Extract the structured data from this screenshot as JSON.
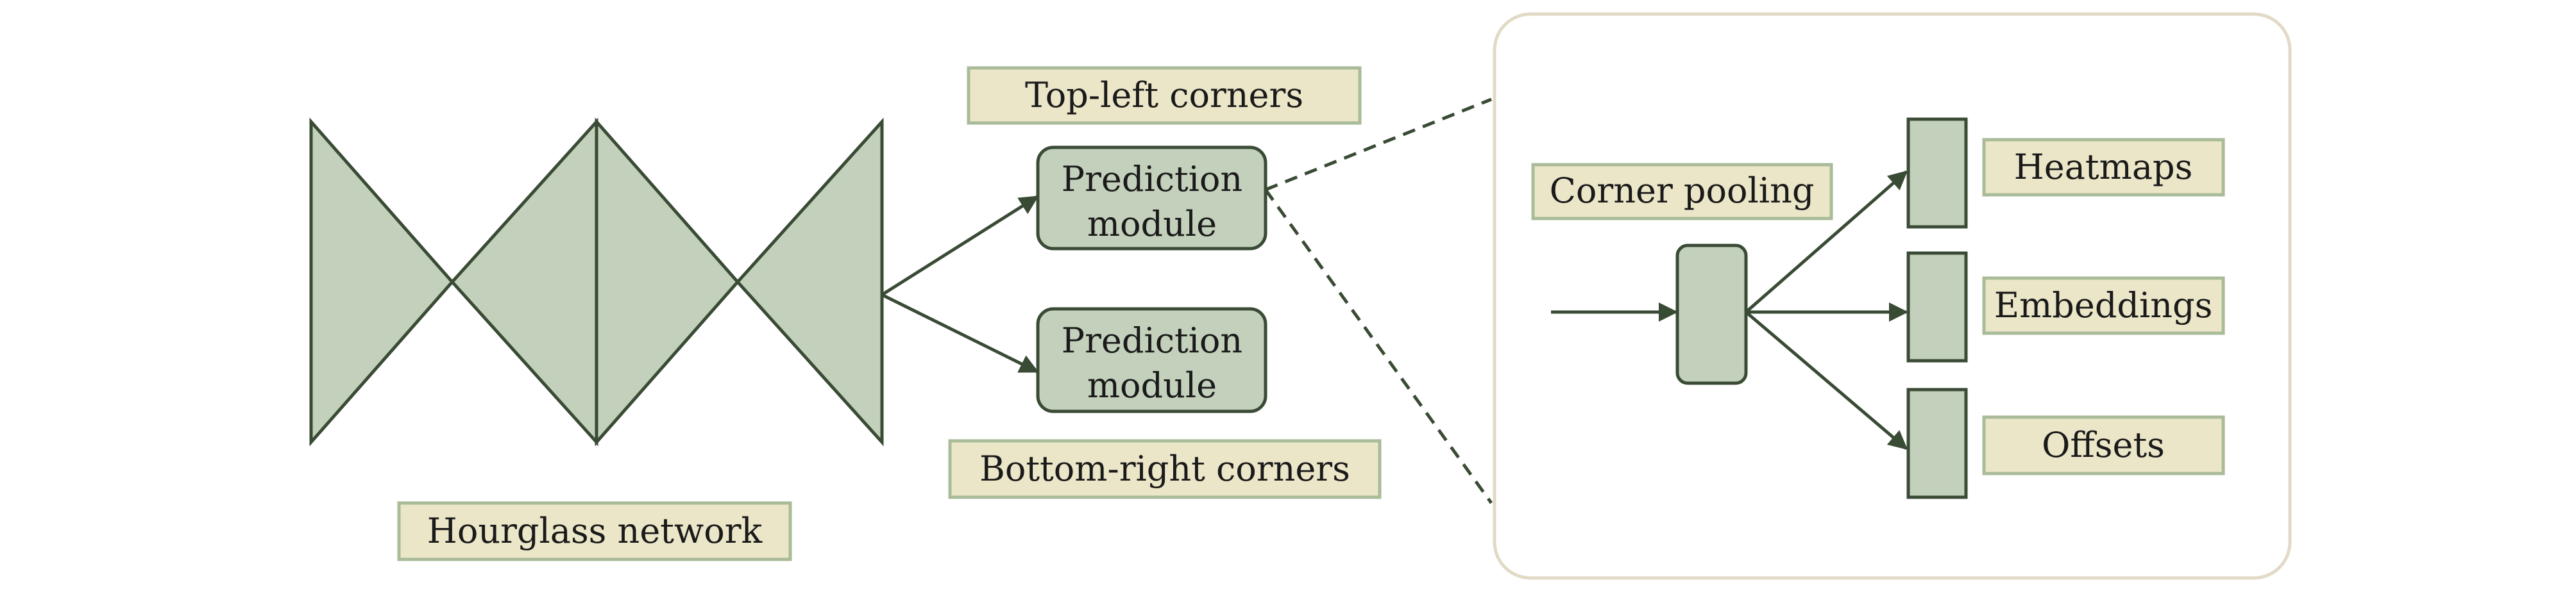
{
  "labels": {
    "top_left_corners": "Top-left corners",
    "bottom_right_corners": "Bottom-right corners",
    "hourglass_network": "Hourglass network",
    "corner_pooling": "Corner pooling",
    "heatmaps": "Heatmaps",
    "embeddings": "Embeddings",
    "offsets": "Offsets"
  },
  "prediction_module": {
    "line1": "Prediction",
    "line2": "module"
  },
  "colors": {
    "shape_fill": "#c3d0bb",
    "stroke": "#3a4b35",
    "label_fill": "#ebe6c8",
    "label_stroke": "#a9bb99",
    "panel_stroke": "#e2d9c6"
  }
}
